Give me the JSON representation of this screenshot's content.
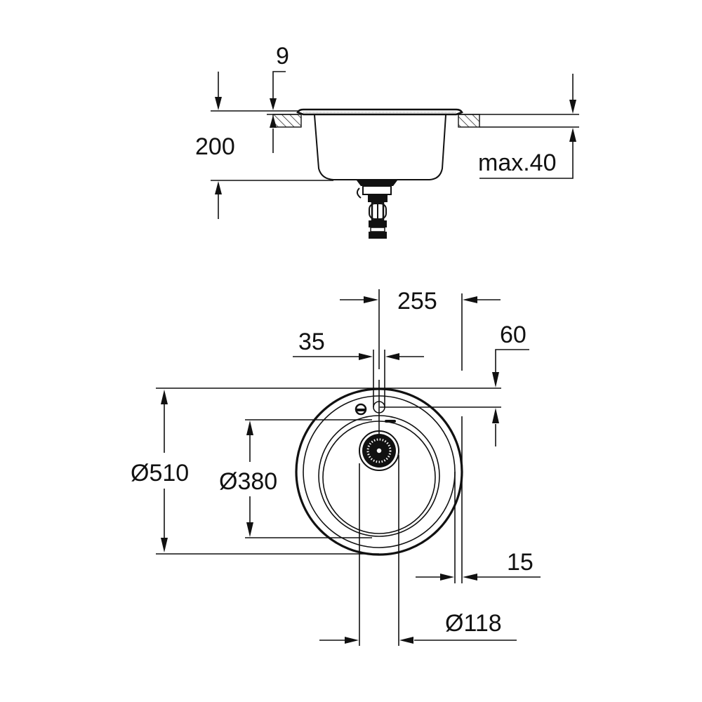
{
  "drawing": {
    "title": "Round kitchen sink technical drawing",
    "side_view": {
      "dimensions": {
        "rim_thickness": "9",
        "bowl_depth": "200",
        "countertop_thickness": "max.40"
      }
    },
    "top_view": {
      "dimensions": {
        "tap_hole_offset": "255",
        "tap_hole_diameter": "35",
        "tap_hole_from_edge": "60",
        "outer_diameter": "Ø510",
        "bowl_diameter": "Ø380",
        "rim_width": "15",
        "drain_diameter": "Ø118"
      }
    },
    "colors": {
      "line": "#111111",
      "background": "#ffffff"
    }
  }
}
